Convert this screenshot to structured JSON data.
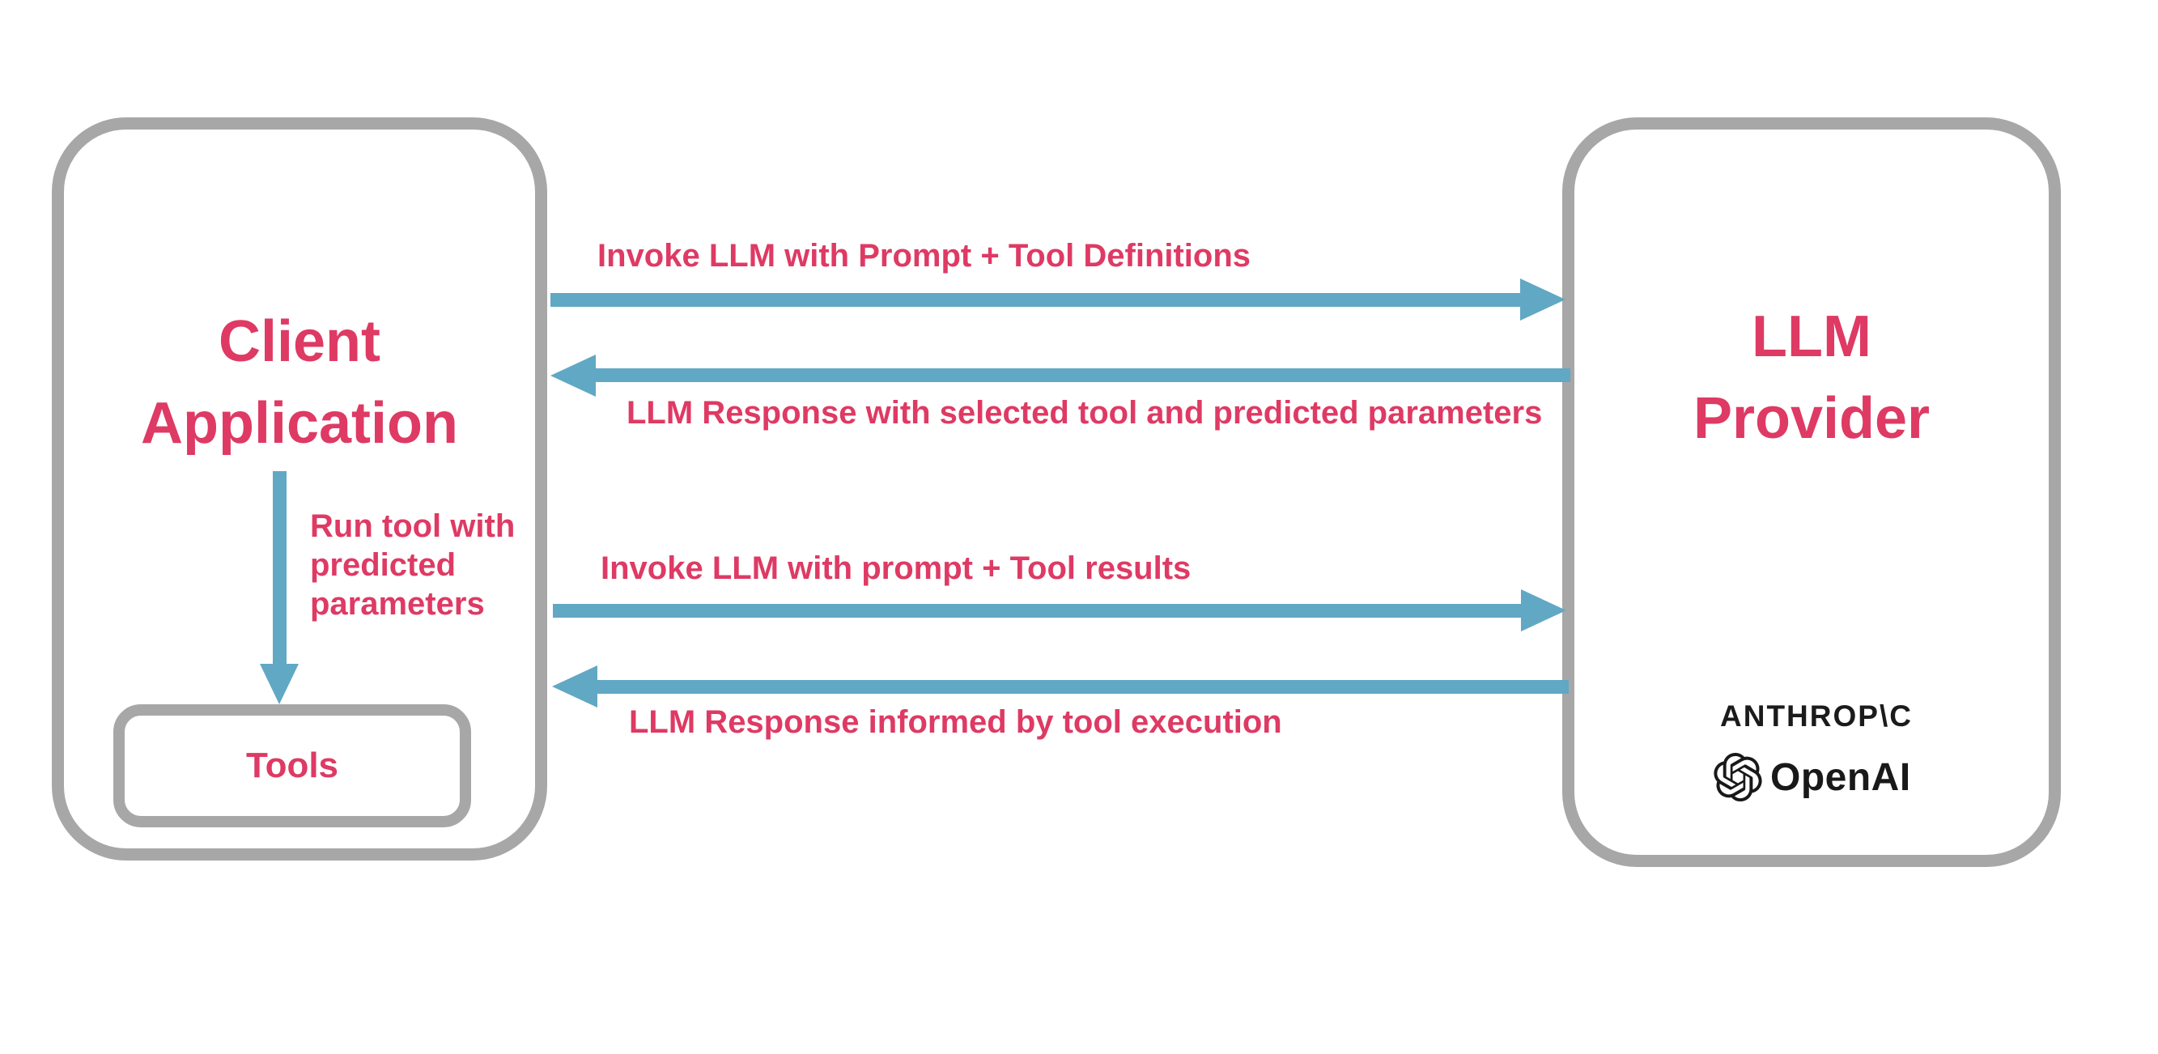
{
  "colors": {
    "accent_pink": "#de3a64",
    "arrow_blue": "#61a8c4",
    "border_gray": "#a7a7a7",
    "logo_black": "#1b1b1b"
  },
  "client_box": {
    "title": "Client\nApplication",
    "tools_label": "Tools"
  },
  "llm_box": {
    "title": "LLM\nProvider",
    "anthropic_logo": "ANTHROP\\C",
    "openai_logo": "OpenAI",
    "openai_icon": "openai-icon"
  },
  "arrows": [
    {
      "id": "invoke-with-definitions",
      "direction": "right",
      "label": "Invoke LLM with Prompt + Tool Definitions"
    },
    {
      "id": "response-selected-tool",
      "direction": "left",
      "label": "LLM Response with selected tool and predicted parameters"
    },
    {
      "id": "run-tool",
      "direction": "down",
      "label": "Run tool with\npredicted\nparameters"
    },
    {
      "id": "invoke-with-results",
      "direction": "right",
      "label": "Invoke LLM with prompt + Tool results"
    },
    {
      "id": "response-informed",
      "direction": "left",
      "label": "LLM Response informed by tool execution"
    }
  ]
}
